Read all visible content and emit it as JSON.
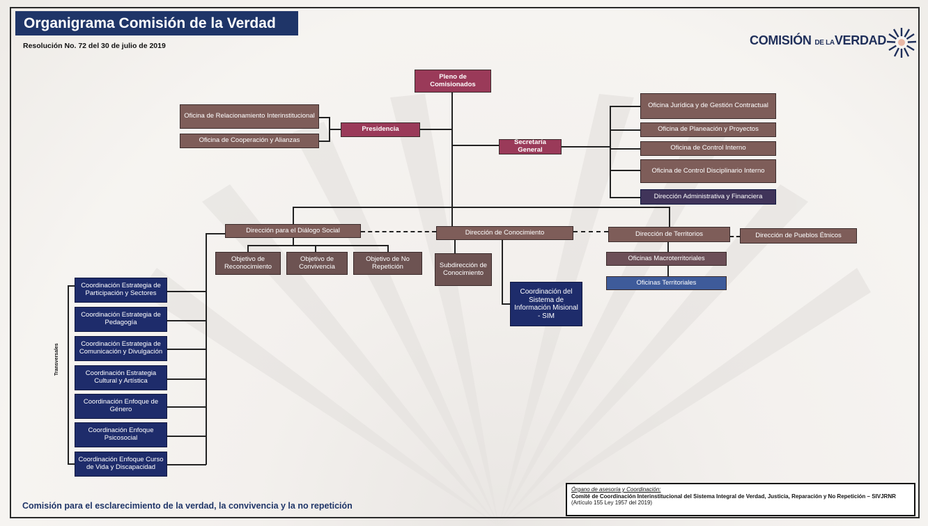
{
  "header": {
    "title": "Organigrama Comisión de la Verdad",
    "subtitle": "Resolución No. 72 del 30 de julio de 2019"
  },
  "logo": {
    "word1": "COMISIÓN",
    "word2": "DE LA",
    "word3": "VERDAD",
    "icon": "sun-rays-icon"
  },
  "org": {
    "pleno": "Pleno de Comisionados",
    "presidencia": "Presidencia",
    "presidencia_offices": [
      "Oficina de Relacionamiento Interinstitucional",
      "Oficina de Cooperación y Alianzas"
    ],
    "secretaria": "Secretaría General",
    "secretaria_offices": [
      "Oficina Jurídica y de Gestión Contractual",
      "Oficina de Planeación y Proyectos",
      "Oficina de Control Interno",
      "Oficina de Control Disciplinario Interno",
      "Dirección Administrativa y Financiera"
    ],
    "direcciones": {
      "dialogo": "Dirección para el Diálogo Social",
      "conocimiento": "Dirección de Conocimiento",
      "territorios": "Dirección de Territorios",
      "etnicos": "Dirección de Pueblos Étnicos"
    },
    "objetivos": [
      "Objetivo de Reconocimiento",
      "Objetivo de Convivencia",
      "Objetivo de No Repetición"
    ],
    "subdireccion": "Subdirección de Conocimiento",
    "sim": "Coordinación del Sistema de Información Misional - SIM",
    "territorial_offices": [
      "Oficinas Macroterritoriales",
      "Oficinas Territoriales"
    ],
    "transversales_label": "Transversales",
    "coordinaciones": [
      "Coordinación Estrategia de Participación y Sectores",
      "Coordinación Estrategia de Pedagogía",
      "Coordinación Estrategia de Comunicación y Divulgación",
      "Coordinación Estrategia Cultural y Artística",
      "Coordinación Enfoque de Género",
      "Coordinación Enfoque Psicosocial",
      "Coordinación Enfoque Curso de Vida y Discapacidad"
    ]
  },
  "footer": "Comisión para el esclarecimiento de la verdad, la convivencia y la no repetición",
  "note": {
    "title": "Órgano de asesoría y Coordinación:",
    "body": "Comité de Coordinación Interinstitucional del Sistema Integral de Verdad, Justicia, Reparación y No Repetición – SIVJRNR",
    "ref": " (Artículo 155 Ley 1957 del 2019)"
  },
  "colors": {
    "navy": "#1e2c6b",
    "magenta": "#9a3a59",
    "brown": "#7e5d59",
    "blue": "#3e5b9a"
  }
}
